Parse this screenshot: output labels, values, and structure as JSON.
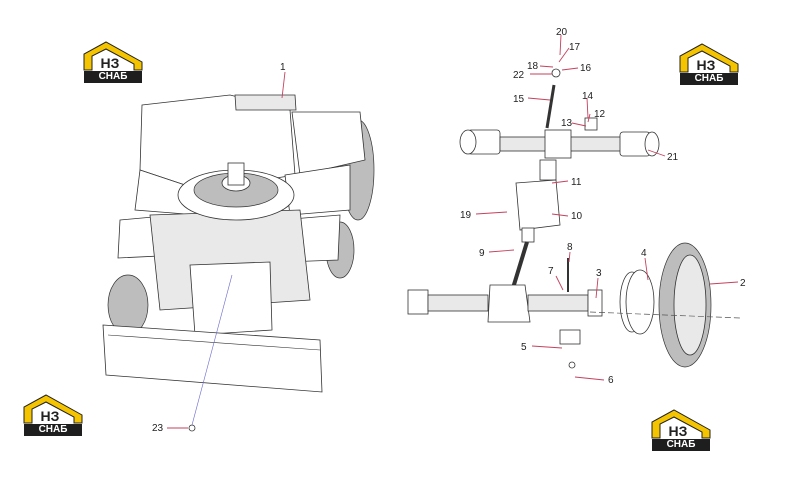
{
  "brand": {
    "logo_top": "НЗ",
    "logo_bottom": "СНАБ",
    "accent_color": "#f5c400",
    "dark_color": "#1e1e1e"
  },
  "callouts": [
    "1",
    "2",
    "3",
    "4",
    "5",
    "6",
    "7",
    "8",
    "9",
    "10",
    "11",
    "12",
    "13",
    "14",
    "15",
    "16",
    "17",
    "18",
    "19",
    "20",
    "21",
    "22",
    "23"
  ],
  "leader_color": "#c4415e"
}
